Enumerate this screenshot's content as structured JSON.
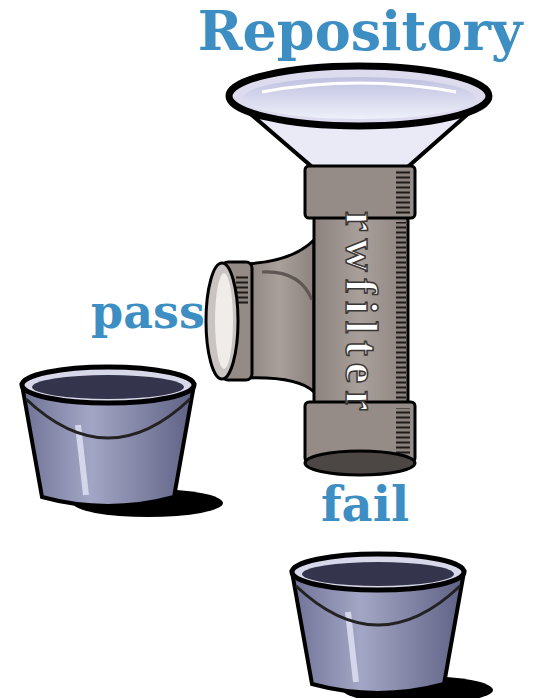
{
  "diagram": {
    "nodes": [
      {
        "text": [
          "rwfilter"
        ]
      }
    ],
    "labels": [
      "Repository",
      "pass",
      "fail"
    ]
  }
}
